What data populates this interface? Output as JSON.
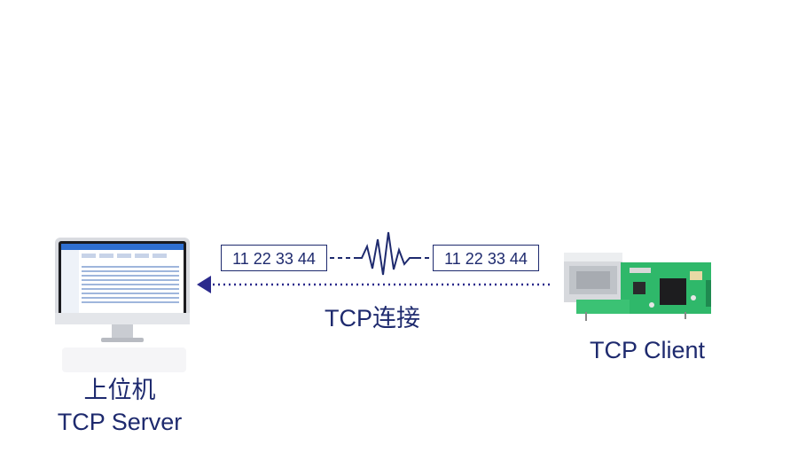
{
  "diagram": {
    "host_label": "上位机",
    "server_label": "TCP Server",
    "client_label": "TCP Client",
    "connection_label": "TCP连接",
    "packet_left": "11 22 33 44",
    "packet_right": "11 22 33 44",
    "line_color": "#1e2a6e",
    "arrow_color": "#2b2a8c",
    "board_color": "#2fb86a"
  }
}
